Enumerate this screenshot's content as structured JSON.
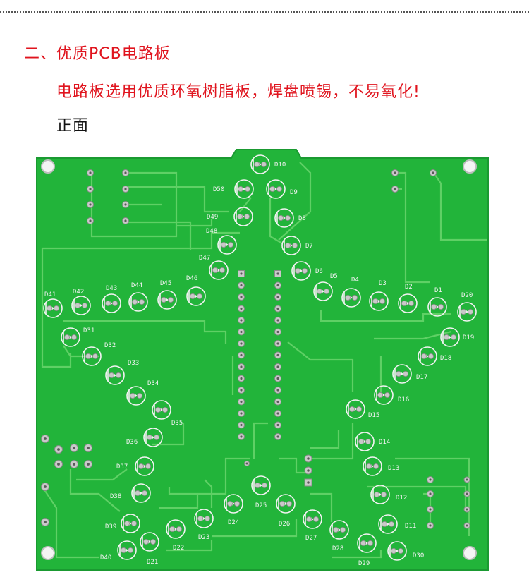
{
  "heading": {
    "section_title": "二、优质PCB电路板",
    "description": "电路板选用优质环氧树脂板，焊盘喷锡，不易氧化!",
    "side_label": "正面"
  },
  "colors": {
    "heading_red": "#e0141e",
    "board_green": "#22b43a",
    "trace_green": "#5fd065",
    "silkscreen": "#f2f2f2",
    "pad_silver": "#c9c9c9"
  },
  "board": {
    "leds": [
      {
        "id": "D10",
        "label": "D10"
      },
      {
        "id": "D50",
        "label": "D50"
      },
      {
        "id": "D9",
        "label": "D9"
      },
      {
        "id": "D49",
        "label": "D49"
      },
      {
        "id": "D8",
        "label": "D8"
      },
      {
        "id": "D48",
        "label": "D48"
      },
      {
        "id": "D7",
        "label": "D7"
      },
      {
        "id": "D47",
        "label": "D47"
      },
      {
        "id": "D6",
        "label": "D6"
      },
      {
        "id": "D41",
        "label": "D41"
      },
      {
        "id": "D42",
        "label": "D42"
      },
      {
        "id": "D43",
        "label": "D43"
      },
      {
        "id": "D44",
        "label": "D44"
      },
      {
        "id": "D45",
        "label": "D45"
      },
      {
        "id": "D46",
        "label": "D46"
      },
      {
        "id": "D5",
        "label": "D5"
      },
      {
        "id": "D4",
        "label": "D4"
      },
      {
        "id": "D3",
        "label": "D3"
      },
      {
        "id": "D2",
        "label": "D2"
      },
      {
        "id": "D1",
        "label": "D1"
      },
      {
        "id": "D20",
        "label": "D20"
      },
      {
        "id": "D31",
        "label": "D31"
      },
      {
        "id": "D19",
        "label": "D19"
      },
      {
        "id": "D32",
        "label": "D32"
      },
      {
        "id": "D18",
        "label": "D18"
      },
      {
        "id": "D33",
        "label": "D33"
      },
      {
        "id": "D17",
        "label": "D17"
      },
      {
        "id": "D34",
        "label": "D34"
      },
      {
        "id": "D16",
        "label": "D16"
      },
      {
        "id": "D35",
        "label": "D35"
      },
      {
        "id": "D15",
        "label": "D15"
      },
      {
        "id": "D36",
        "label": "D36"
      },
      {
        "id": "D14",
        "label": "D14"
      },
      {
        "id": "D37",
        "label": "D37"
      },
      {
        "id": "D13",
        "label": "D13"
      },
      {
        "id": "D38",
        "label": "D38"
      },
      {
        "id": "D12",
        "label": "D12"
      },
      {
        "id": "D25",
        "label": "D25"
      },
      {
        "id": "D24",
        "label": "D24"
      },
      {
        "id": "D26",
        "label": "D26"
      },
      {
        "id": "D39",
        "label": "D39"
      },
      {
        "id": "D11",
        "label": "D11"
      },
      {
        "id": "D23",
        "label": "D23"
      },
      {
        "id": "D27",
        "label": "D27"
      },
      {
        "id": "D22",
        "label": "D22"
      },
      {
        "id": "D28",
        "label": "D28"
      },
      {
        "id": "D40",
        "label": "D40"
      },
      {
        "id": "D21",
        "label": "D21"
      },
      {
        "id": "D29",
        "label": "D29"
      },
      {
        "id": "D30",
        "label": "D30"
      }
    ]
  }
}
